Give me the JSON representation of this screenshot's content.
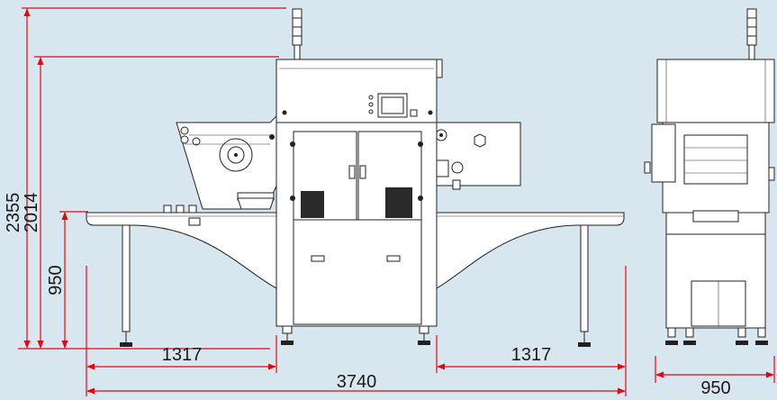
{
  "dimensions": {
    "total_height": "2355",
    "machine_height": "2014",
    "conveyor_height": "950",
    "left_conveyor_length": "1317",
    "right_conveyor_length": "1317",
    "total_length": "3740",
    "side_width": "950"
  },
  "colors": {
    "background": "#d7e6ef",
    "dimension_line": "#e30613",
    "outline": "#222222"
  }
}
